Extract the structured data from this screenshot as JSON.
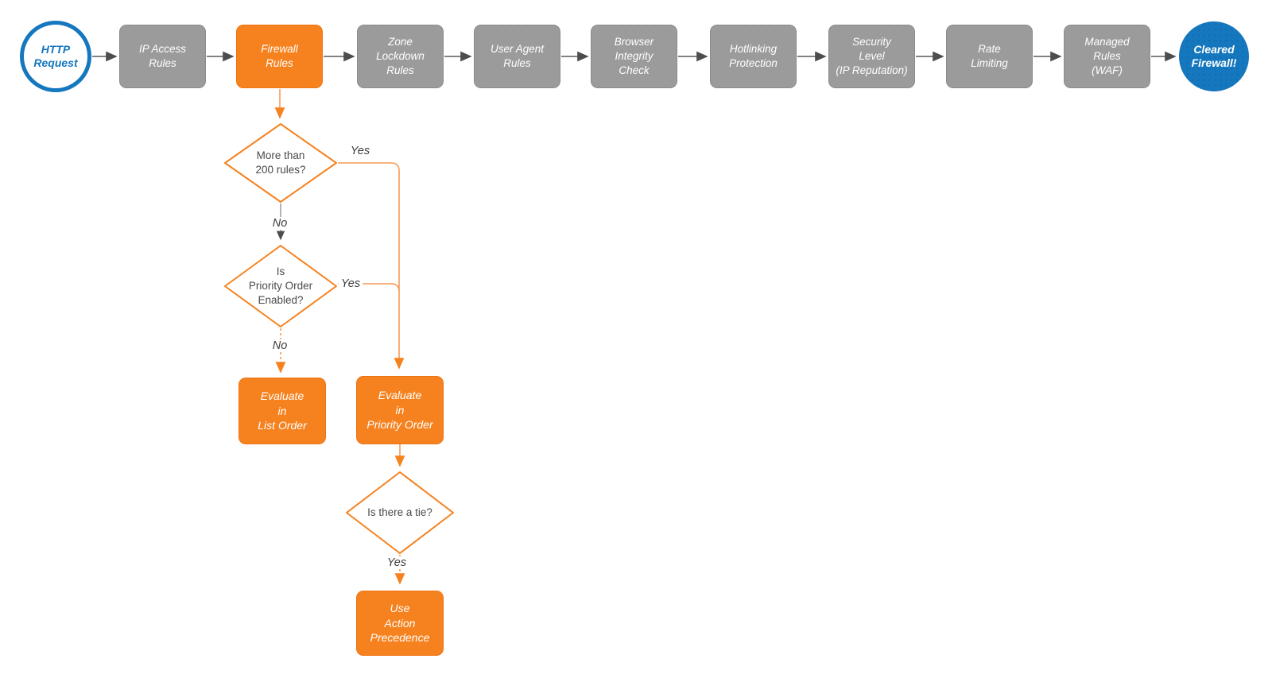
{
  "title": "Cloudflare firewall request evaluation flowchart",
  "colors": {
    "orange": "#f6821f",
    "orange_light_line": "#f79a57",
    "gray_box": "#9b9b9b",
    "blue": "#1577be",
    "arrow_gray": "#4d4d4d",
    "diamond_text": "#4a4a4a"
  },
  "pipeline": {
    "start": {
      "label": "HTTP\nRequest"
    },
    "stages": [
      {
        "label": "IP Access\nRules"
      },
      {
        "label": "Firewall\nRules"
      },
      {
        "label": "Zone\nLockdown\nRules"
      },
      {
        "label": "User Agent\nRules"
      },
      {
        "label": "Browser\nIntegrity\nCheck"
      },
      {
        "label": "Hotlinking\nProtection"
      },
      {
        "label": "Security\nLevel\n(IP Reputation)"
      },
      {
        "label": "Rate\nLimiting"
      },
      {
        "label": "Managed\nRules\n(WAF)"
      }
    ],
    "end": {
      "label": "Cleared\nFirewall!"
    }
  },
  "decision_flow": {
    "d1": "More than\n200 rules?",
    "d2": "Is\nPriority Order\nEnabled?",
    "d3": "Is there a tie?",
    "list_order": "Evaluate\nin\nList Order",
    "priority_order": "Evaluate\nin\nPriority Order",
    "action_precedence": "Use\nAction\nPrecedence",
    "labels": {
      "yes1": "Yes",
      "no1": "No",
      "yes2": "Yes",
      "no2": "No",
      "yes3": "Yes"
    }
  }
}
